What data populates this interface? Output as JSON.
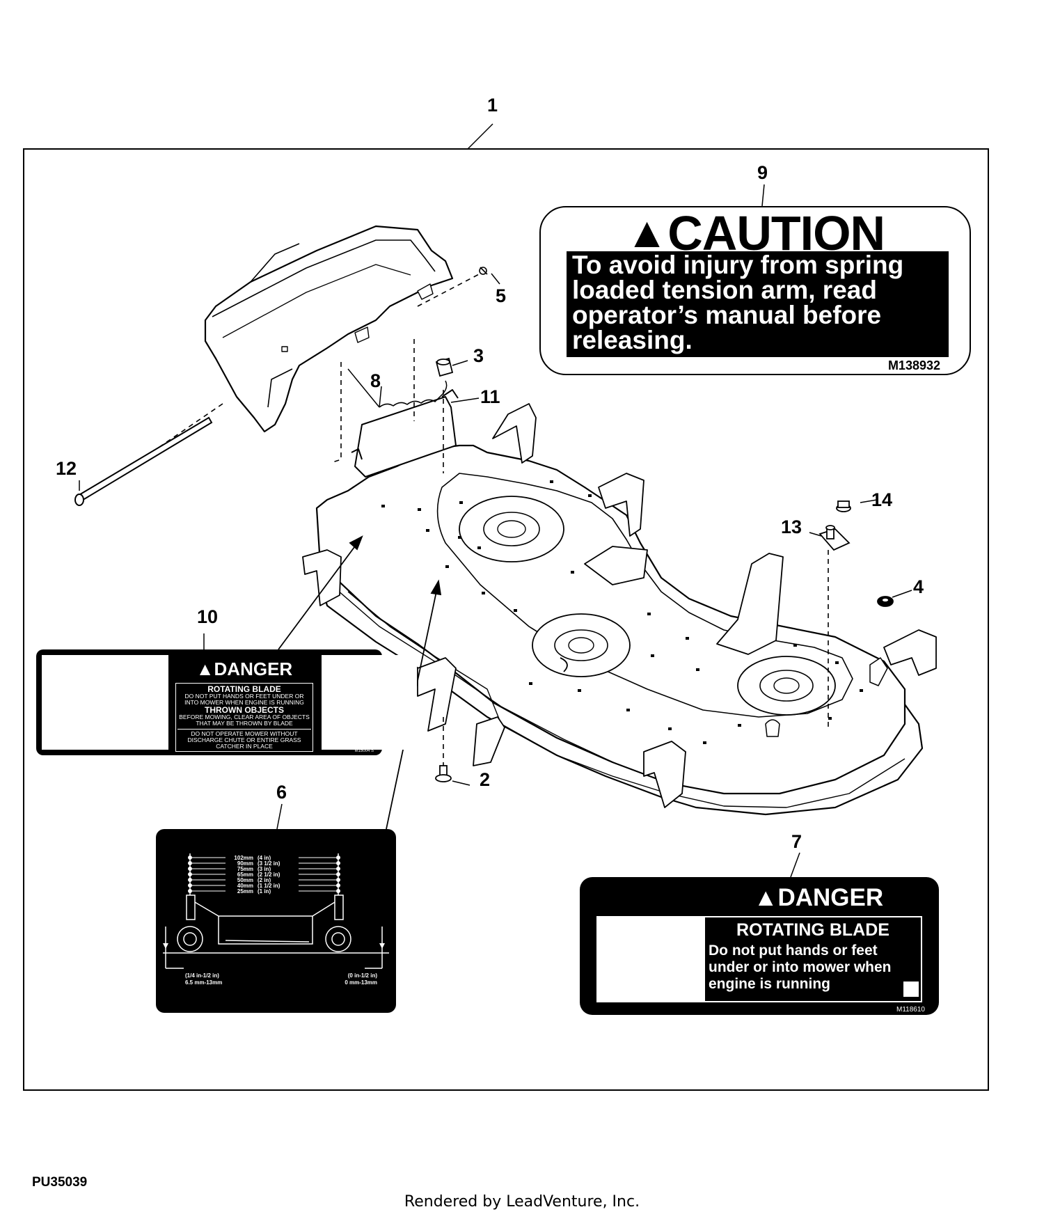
{
  "callouts": {
    "c1": "1",
    "c2": "2",
    "c3": "3",
    "c4": "4",
    "c5": "5",
    "c6": "6",
    "c7": "7",
    "c8": "8",
    "c9": "9",
    "c10": "10",
    "c11": "11",
    "c12": "12",
    "c13": "13",
    "c14": "14"
  },
  "caution_decal": {
    "icon": "warning-triangle-icon",
    "heading": "CAUTION",
    "lines": [
      "To avoid injury from spring",
      "loaded tension arm, read",
      "operator’s manual before",
      "releasing."
    ],
    "part_number": "M138932"
  },
  "danger_decal_10": {
    "icon": "warning-triangle-icon",
    "heading": "DANGER",
    "title1": "ROTATING BLADE",
    "text1": "DO NOT PUT HANDS OR FEET UNDER OR INTO MOWER WHEN ENGINE IS RUNNING",
    "title2": "THROWN OBJECTS",
    "text2": "BEFORE MOWING, CLEAR AREA OF OBJECTS THAT MAY BE THROWN BY BLADE",
    "text3": "DO NOT OPERATE MOWER WITHOUT DISCHARGE CHUTE OR ENTIRE GRASS CATCHER IN PLACE",
    "part_number": "M15004 S"
  },
  "danger_decal_7": {
    "icon": "warning-triangle-icon",
    "heading": "DANGER",
    "title": "ROTATING BLADE",
    "lines": [
      "Do not put hands or feet",
      "under or into mower when",
      "engine is running"
    ],
    "part_number": "M118610"
  },
  "height_decal_6": {
    "settings": [
      {
        "mm": "102mm",
        "in": "(4 in)"
      },
      {
        "mm": "90mm",
        "in": "(3 1/2 in)"
      },
      {
        "mm": "75mm",
        "in": "(3 in)"
      },
      {
        "mm": "65mm",
        "in": "(2 1/2 in)"
      },
      {
        "mm": "50mm",
        "in": "(2 in)"
      },
      {
        "mm": "40mm",
        "in": "(1 1/2 in)"
      },
      {
        "mm": "25mm",
        "in": "(1 in)"
      }
    ],
    "left_range_in": "(1/4 in-1/2 in)",
    "left_range_mm": "6.5 mm-13mm",
    "right_range_in": "(0 in-1/2 in)",
    "right_range_mm": "0 mm-13mm"
  },
  "figure_code": "PU35039",
  "credit": "Rendered by LeadVenture, Inc.",
  "colors": {
    "ink": "#000000",
    "paper": "#ffffff",
    "watermark": "#e2e2e2"
  }
}
